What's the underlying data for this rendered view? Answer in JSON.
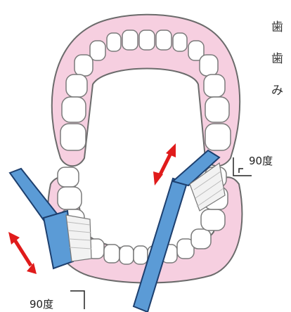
{
  "side_text": [
    "歯",
    "歯",
    "み"
  ],
  "angle_labels": {
    "upper_right": "90度",
    "lower_left": "90度"
  },
  "colors": {
    "gum": "#f6cfe0",
    "gum_outline": "#6b6b6b",
    "tooth": "#ffffff",
    "tooth_shade": "#e4e4d8",
    "brush_handle": "#5b9bd6",
    "brush_outline": "#1d3f6e",
    "arrow": "#e01b1b"
  }
}
